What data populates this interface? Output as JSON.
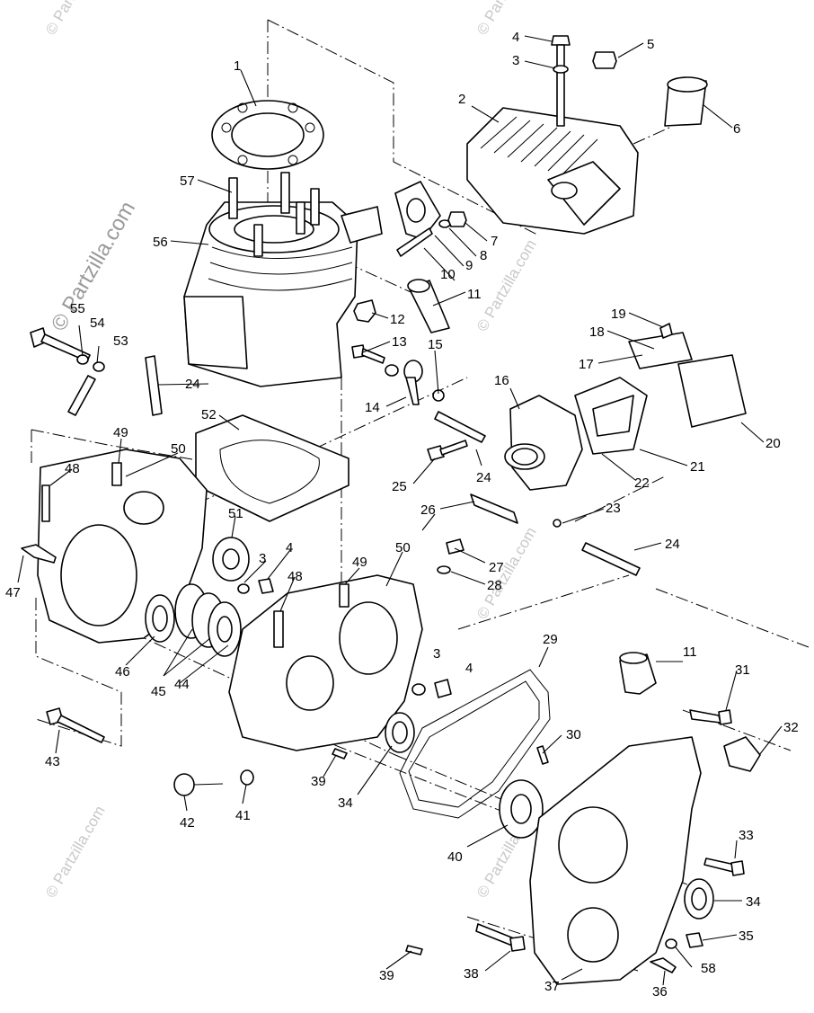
{
  "watermark": {
    "text": "© Partzilla.com",
    "main_text": "© Partzilla.com"
  },
  "callouts": [
    {
      "id": "c1",
      "label": "1"
    },
    {
      "id": "c2",
      "label": "2"
    },
    {
      "id": "c3a",
      "label": "3"
    },
    {
      "id": "c4a",
      "label": "4"
    },
    {
      "id": "c5",
      "label": "5"
    },
    {
      "id": "c6",
      "label": "6"
    },
    {
      "id": "c7",
      "label": "7"
    },
    {
      "id": "c8",
      "label": "8"
    },
    {
      "id": "c9",
      "label": "9"
    },
    {
      "id": "c10",
      "label": "10"
    },
    {
      "id": "c11a",
      "label": "11"
    },
    {
      "id": "c12",
      "label": "12"
    },
    {
      "id": "c13",
      "label": "13"
    },
    {
      "id": "c14",
      "label": "14"
    },
    {
      "id": "c15",
      "label": "15"
    },
    {
      "id": "c16",
      "label": "16"
    },
    {
      "id": "c17",
      "label": "17"
    },
    {
      "id": "c18",
      "label": "18"
    },
    {
      "id": "c19",
      "label": "19"
    },
    {
      "id": "c20",
      "label": "20"
    },
    {
      "id": "c21",
      "label": "21"
    },
    {
      "id": "c22",
      "label": "22"
    },
    {
      "id": "c23",
      "label": "23"
    },
    {
      "id": "c24a",
      "label": "24"
    },
    {
      "id": "c24b",
      "label": "24"
    },
    {
      "id": "c24c",
      "label": "24"
    },
    {
      "id": "c25",
      "label": "25"
    },
    {
      "id": "c26",
      "label": "26"
    },
    {
      "id": "c27",
      "label": "27"
    },
    {
      "id": "c28",
      "label": "28"
    },
    {
      "id": "c29",
      "label": "29"
    },
    {
      "id": "c30",
      "label": "30"
    },
    {
      "id": "c31",
      "label": "31"
    },
    {
      "id": "c32",
      "label": "32"
    },
    {
      "id": "c33",
      "label": "33"
    },
    {
      "id": "c34a",
      "label": "34"
    },
    {
      "id": "c34b",
      "label": "34"
    },
    {
      "id": "c35",
      "label": "35"
    },
    {
      "id": "c36",
      "label": "36"
    },
    {
      "id": "c37",
      "label": "37"
    },
    {
      "id": "c38",
      "label": "38"
    },
    {
      "id": "c39a",
      "label": "39"
    },
    {
      "id": "c39b",
      "label": "39"
    },
    {
      "id": "c40",
      "label": "40"
    },
    {
      "id": "c41",
      "label": "41"
    },
    {
      "id": "c42",
      "label": "42"
    },
    {
      "id": "c43",
      "label": "43"
    },
    {
      "id": "c44",
      "label": "44"
    },
    {
      "id": "c45",
      "label": "45"
    },
    {
      "id": "c46",
      "label": "46"
    },
    {
      "id": "c47",
      "label": "47"
    },
    {
      "id": "c48a",
      "label": "48"
    },
    {
      "id": "c48b",
      "label": "48"
    },
    {
      "id": "c49a",
      "label": "49"
    },
    {
      "id": "c49b",
      "label": "49"
    },
    {
      "id": "c50a",
      "label": "50"
    },
    {
      "id": "c50b",
      "label": "50"
    },
    {
      "id": "c51",
      "label": "51"
    },
    {
      "id": "c52",
      "label": "52"
    },
    {
      "id": "c53",
      "label": "53"
    },
    {
      "id": "c54",
      "label": "54"
    },
    {
      "id": "c55",
      "label": "55"
    },
    {
      "id": "c56",
      "label": "56"
    },
    {
      "id": "c57",
      "label": "57"
    },
    {
      "id": "c58",
      "label": "58"
    },
    {
      "id": "c3b",
      "label": "3"
    },
    {
      "id": "c3c",
      "label": "3"
    },
    {
      "id": "c4b",
      "label": "4"
    },
    {
      "id": "c4c",
      "label": "4"
    },
    {
      "id": "c11b",
      "label": "11"
    }
  ]
}
